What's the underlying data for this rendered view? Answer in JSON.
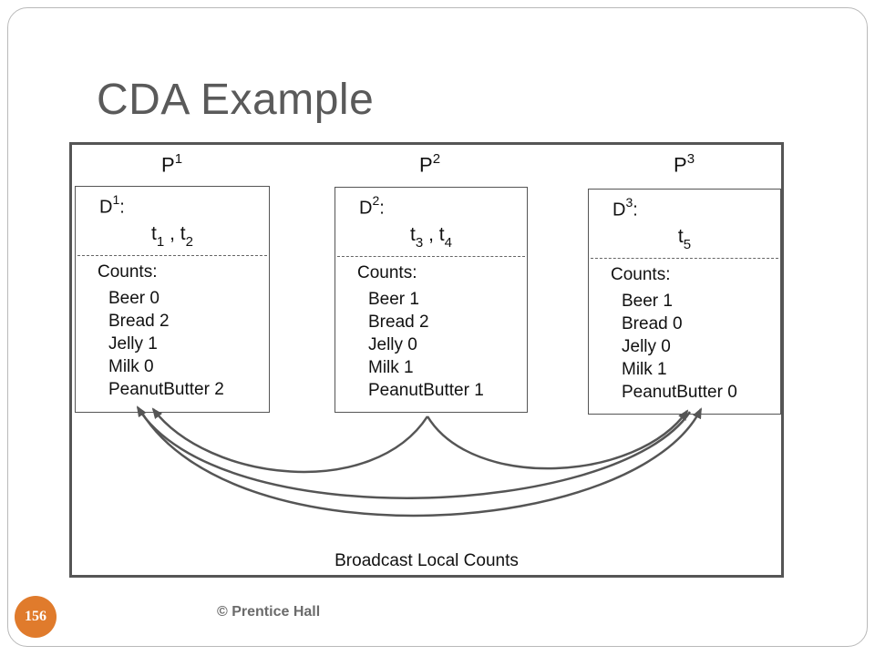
{
  "slide": {
    "title": "CDA  Example",
    "footer": "© Prentice Hall",
    "page_number": "156"
  },
  "diagram": {
    "broadcast_label": "Broadcast Local Counts",
    "sites": [
      {
        "processor": "P",
        "processor_sup": "1",
        "partition": "D",
        "partition_sup": "1",
        "partition_suffix": ":",
        "transactions": [
          {
            "t": "t",
            "sub": "1"
          },
          {
            "t": "t",
            "sub": "2"
          }
        ],
        "counts_label": "Counts:",
        "counts": [
          "Beer  0",
          "Bread 2",
          "Jelly 1",
          "Milk 0",
          "PeanutButter 2"
        ]
      },
      {
        "processor": "P",
        "processor_sup": "2",
        "partition": "D",
        "partition_sup": "2",
        "partition_suffix": ":",
        "transactions": [
          {
            "t": "t",
            "sub": "3"
          },
          {
            "t": "t",
            "sub": "4"
          }
        ],
        "counts_label": "Counts:",
        "counts": [
          "Beer  1",
          "Bread 2",
          "Jelly 0",
          "Milk 1",
          "PeanutButter 1"
        ]
      },
      {
        "processor": "P",
        "processor_sup": "3",
        "partition": "D",
        "partition_sup": "3",
        "partition_suffix": ":",
        "transactions": [
          {
            "t": "t",
            "sub": "5"
          }
        ],
        "counts_label": "Counts:",
        "counts": [
          "Beer  1",
          "Bread 0",
          "Jelly 0",
          "Milk 1",
          "PeanutButter 0"
        ]
      }
    ]
  }
}
